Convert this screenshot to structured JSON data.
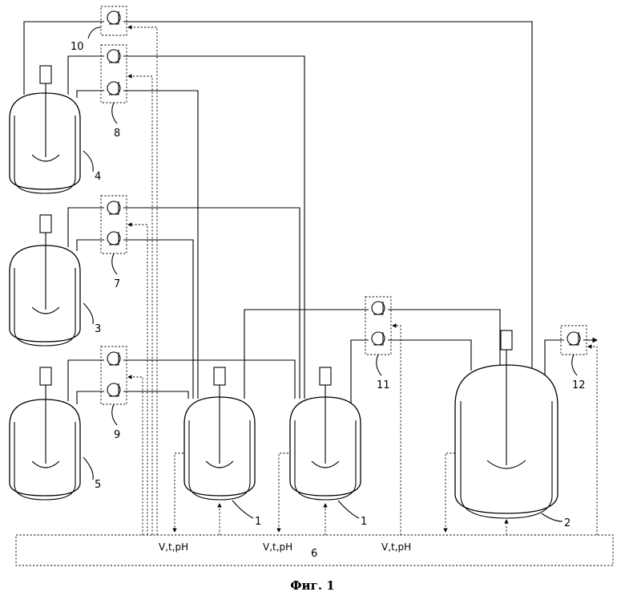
{
  "labels": {
    "vessel_1a": "1",
    "vessel_1b": "1",
    "vessel_2": "2",
    "vessel_3": "3",
    "vessel_4": "4",
    "vessel_5": "5",
    "controller_6": "6",
    "pump_7": "7",
    "pump_8": "8",
    "pump_9": "9",
    "pump_10": "10",
    "pump_11": "11",
    "pump_12": "12"
  },
  "signals": [
    "V,t,pH",
    "V,t,pH",
    "V,t,pH"
  ],
  "caption": "Фиг. 1"
}
